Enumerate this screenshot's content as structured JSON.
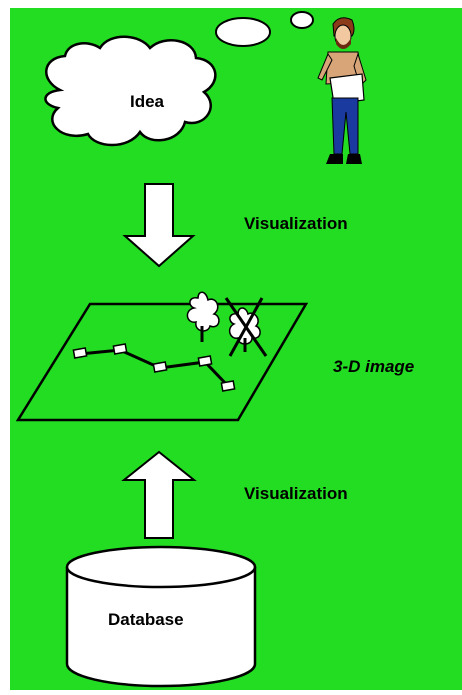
{
  "diagram": {
    "background_color": "#22dd22",
    "labels": {
      "idea": "Idea",
      "visualization_top": "Visualization",
      "image_3d": "3-D image",
      "visualization_bottom": "Visualization",
      "database": "Database"
    },
    "icons": [
      "thought-cloud-icon",
      "person-icon",
      "tree-icon",
      "crossed-tree-icon",
      "database-cylinder-icon",
      "down-arrow-icon",
      "up-arrow-icon"
    ]
  }
}
